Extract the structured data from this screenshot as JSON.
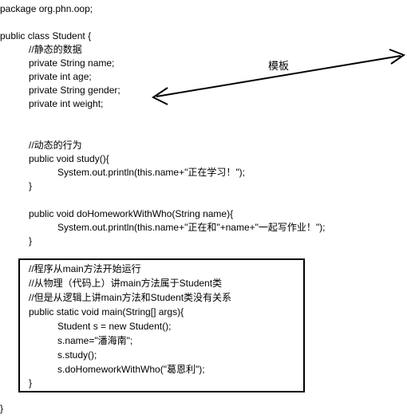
{
  "code": {
    "package_line": "package org.phn.oop;",
    "class_decl": "public class Student {",
    "comment_static": "//静态的数据",
    "field_name": "private String name;",
    "field_age": "private int age;",
    "field_gender": "private String gender;",
    "field_weight": "private int weight;",
    "comment_dynamic": "//动态的行为",
    "study_decl": "public void study(){",
    "study_body": "System.out.println(this.name+\"正在学习！\");",
    "study_close": "}",
    "hw_decl": "public void doHomeworkWithWho(String name){",
    "hw_body": "System.out.println(this.name+\"正在和\"+name+\"一起写作业！\");",
    "hw_close": "}",
    "main_comment_1": "//程序从main方法开始运行",
    "main_comment_2": "//从物理（代码上）讲main方法属于Student类",
    "main_comment_3": "//但是从逻辑上讲main方法和Student类没有关系",
    "main_decl": "public static void main(String[] args){",
    "main_new": "Student s = new Student();",
    "main_name": "s.name=\"潘海南\";",
    "main_study": "s.study();",
    "main_hw": "s.doHomeworkWithWho(\"葛恩利\");",
    "main_close": "}",
    "class_close": "}"
  },
  "annotation": {
    "label": "模板"
  }
}
